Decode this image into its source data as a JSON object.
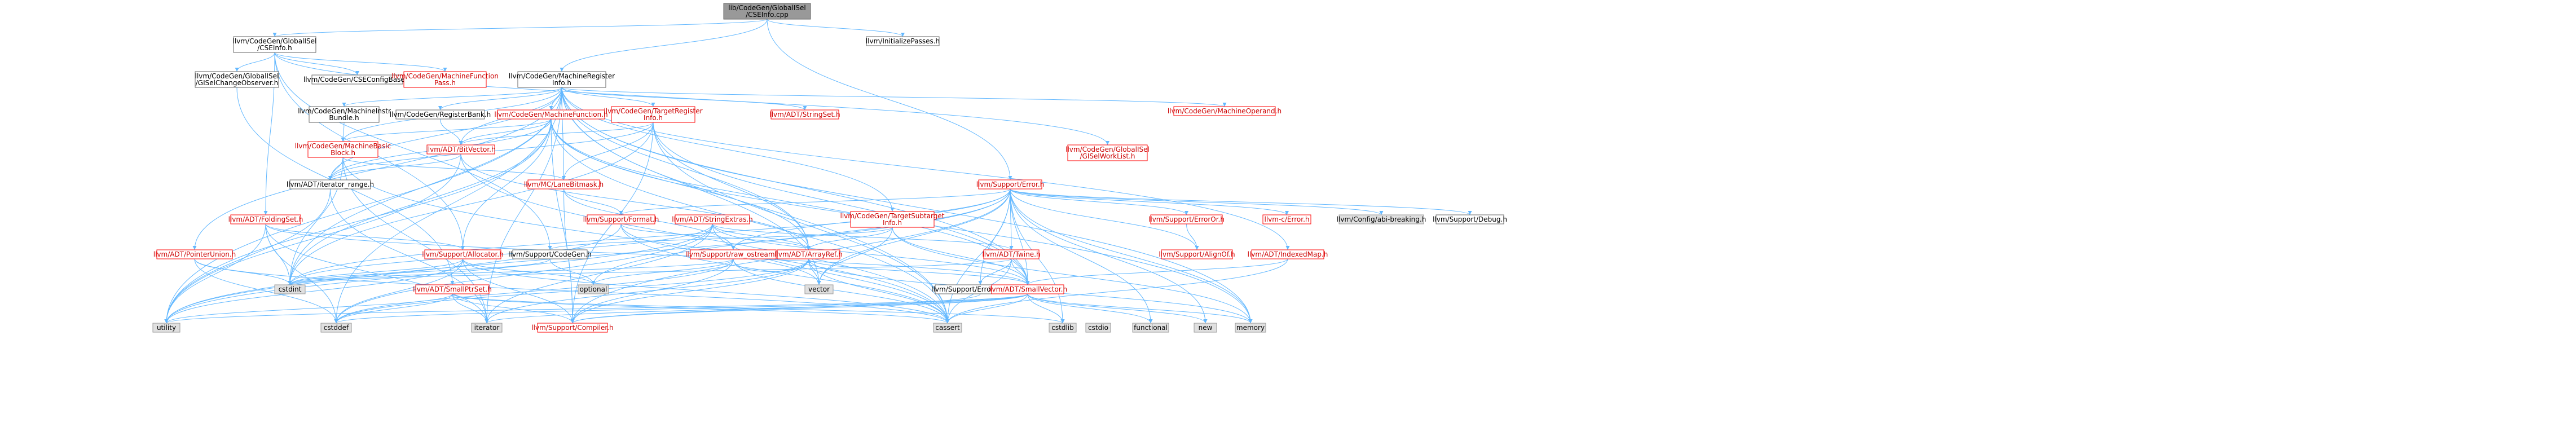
{
  "colors": {
    "edge": "#63b8ff",
    "normal_border": "#666666",
    "normal_fill": "#ffffff",
    "red_border": "#ff0000",
    "red_text": "#cc0000",
    "system_fill": "#e0e0e0",
    "system_border": "#999999",
    "root_fill": "#999999",
    "root_border": "#666666"
  },
  "nodes": [
    {
      "id": "root",
      "lines": [
        "lib/CodeGen/GlobalISel",
        "/CSEInfo.cpp"
      ],
      "kind": "root"
    },
    {
      "id": "cseinfo_h",
      "lines": [
        "llvm/CodeGen/GlobalISel",
        "/CSEInfo.h"
      ],
      "kind": "normal"
    },
    {
      "id": "mri_h",
      "lines": [
        "llvm/CodeGen/MachineRegister",
        "Info.h"
      ],
      "kind": "normal"
    },
    {
      "id": "initpasses",
      "lines": [
        "llvm/InitializePasses.h"
      ],
      "kind": "normal"
    },
    {
      "id": "gisco",
      "lines": [
        "llvm/CodeGen/GlobalISel",
        "/GISelChangeObserver.h"
      ],
      "kind": "normal"
    },
    {
      "id": "csecfg",
      "lines": [
        "llvm/CodeGen/CSEConfigBase.h"
      ],
      "kind": "normal"
    },
    {
      "id": "mfpass",
      "lines": [
        "llvm/CodeGen/MachineFunction",
        "Pass.h"
      ],
      "kind": "red"
    },
    {
      "id": "mib",
      "lines": [
        "llvm/CodeGen/MachineInstr",
        "Bundle.h"
      ],
      "kind": "normal"
    },
    {
      "id": "regbank",
      "lines": [
        "llvm/CodeGen/RegisterBank.h"
      ],
      "kind": "normal"
    },
    {
      "id": "mf",
      "lines": [
        "llvm/CodeGen/MachineFunction.h"
      ],
      "kind": "red"
    },
    {
      "id": "tri",
      "lines": [
        "llvm/CodeGen/TargetRegister",
        "Info.h"
      ],
      "kind": "red"
    },
    {
      "id": "stringset",
      "lines": [
        "llvm/ADT/StringSet.h"
      ],
      "kind": "red"
    },
    {
      "id": "gisworklist",
      "lines": [
        "llvm/CodeGen/GlobalISel",
        "/GISelWorkList.h"
      ],
      "kind": "red"
    },
    {
      "id": "mop",
      "lines": [
        "llvm/CodeGen/MachineOperand.h"
      ],
      "kind": "red"
    },
    {
      "id": "mbb",
      "lines": [
        "llvm/CodeGen/MachineBasic",
        "Block.h"
      ],
      "kind": "red"
    },
    {
      "id": "bitvector",
      "lines": [
        "llvm/ADT/BitVector.h"
      ],
      "kind": "red"
    },
    {
      "id": "iter_range",
      "lines": [
        "llvm/ADT/iterator_range.h"
      ],
      "kind": "normal"
    },
    {
      "id": "lanebitmask",
      "lines": [
        "llvm/MC/LaneBitmask.h"
      ],
      "kind": "red"
    },
    {
      "id": "error",
      "lines": [
        "llvm/Support/Error.h"
      ],
      "kind": "red"
    },
    {
      "id": "foldingset",
      "lines": [
        "llvm/ADT/FoldingSet.h"
      ],
      "kind": "red"
    },
    {
      "id": "format",
      "lines": [
        "llvm/Support/Format.h"
      ],
      "kind": "red"
    },
    {
      "id": "stringextras",
      "lines": [
        "llvm/ADT/StringExtras.h"
      ],
      "kind": "red"
    },
    {
      "id": "tsi",
      "lines": [
        "llvm/CodeGen/TargetSubtarget",
        "Info.h"
      ],
      "kind": "red"
    },
    {
      "id": "errorh_c",
      "lines": [
        "llvm-c/Error.h"
      ],
      "kind": "red"
    },
    {
      "id": "erroror",
      "lines": [
        "llvm/Support/ErrorOr.h"
      ],
      "kind": "red"
    },
    {
      "id": "abibreak",
      "lines": [
        "llvm/Config/abi-breaking.h"
      ],
      "kind": "system"
    },
    {
      "id": "debug",
      "lines": [
        "llvm/Support/Debug.h"
      ],
      "kind": "normal"
    },
    {
      "id": "ptrunion",
      "lines": [
        "llvm/ADT/PointerUnion.h"
      ],
      "kind": "red"
    },
    {
      "id": "allocator",
      "lines": [
        "llvm/Support/Allocator.h"
      ],
      "kind": "red"
    },
    {
      "id": "codegen",
      "lines": [
        "llvm/Support/CodeGen.h"
      ],
      "kind": "normal"
    },
    {
      "id": "raw_ostream",
      "lines": [
        "llvm/Support/raw_ostream.h"
      ],
      "kind": "red"
    },
    {
      "id": "arrayref",
      "lines": [
        "llvm/ADT/ArrayRef.h"
      ],
      "kind": "red"
    },
    {
      "id": "twine",
      "lines": [
        "llvm/ADT/Twine.h"
      ],
      "kind": "red"
    },
    {
      "id": "alignof",
      "lines": [
        "llvm/Support/AlignOf.h"
      ],
      "kind": "red"
    },
    {
      "id": "indexedmap",
      "lines": [
        "llvm/ADT/IndexedMap.h"
      ],
      "kind": "red"
    },
    {
      "id": "smallptrset",
      "lines": [
        "llvm/ADT/SmallPtrSet.h"
      ],
      "kind": "red"
    },
    {
      "id": "errnoh",
      "lines": [
        "llvm/Support/Errorhandling.h"
      ],
      "kind": "normal"
    },
    {
      "id": "smallvector",
      "lines": [
        "llvm/ADT/SmallVector.h"
      ],
      "kind": "red"
    },
    {
      "id": "compiler",
      "lines": [
        "llvm/Support/Compiler.h"
      ],
      "kind": "red"
    },
    {
      "id": "cstdint",
      "lines": [
        "cstdint"
      ],
      "kind": "system"
    },
    {
      "id": "utility",
      "lines": [
        "utility"
      ],
      "kind": "system"
    },
    {
      "id": "cstddef",
      "lines": [
        "cstddef"
      ],
      "kind": "system"
    },
    {
      "id": "iterator",
      "lines": [
        "iterator"
      ],
      "kind": "system"
    },
    {
      "id": "optional",
      "lines": [
        "optional"
      ],
      "kind": "system"
    },
    {
      "id": "cassert",
      "lines": [
        "cassert"
      ],
      "kind": "system"
    },
    {
      "id": "vector",
      "lines": [
        "vector"
      ],
      "kind": "system"
    },
    {
      "id": "cstdio",
      "lines": [
        "cstdio"
      ],
      "kind": "system"
    },
    {
      "id": "functional",
      "lines": [
        "functional"
      ],
      "kind": "system"
    },
    {
      "id": "new",
      "lines": [
        "new"
      ],
      "kind": "system"
    },
    {
      "id": "memory",
      "lines": [
        "memory"
      ],
      "kind": "system"
    },
    {
      "id": "cstdlib",
      "lines": [
        "cstdlib"
      ],
      "kind": "system"
    }
  ],
  "edges": [
    [
      "root",
      "cseinfo_h"
    ],
    [
      "root",
      "mri_h"
    ],
    [
      "root",
      "initpasses"
    ],
    [
      "root",
      "error"
    ],
    [
      "cseinfo_h",
      "gisco"
    ],
    [
      "cseinfo_h",
      "csecfg"
    ],
    [
      "cseinfo_h",
      "mfpass"
    ],
    [
      "cseinfo_h",
      "foldingset"
    ],
    [
      "cseinfo_h",
      "gisworklist"
    ],
    [
      "cseinfo_h",
      "allocator"
    ],
    [
      "cseinfo_h",
      "codegen"
    ],
    [
      "gisco",
      "smallptrset"
    ],
    [
      "mri_h",
      "mib"
    ],
    [
      "mri_h",
      "regbank"
    ],
    [
      "mri_h",
      "mf"
    ],
    [
      "mri_h",
      "tri"
    ],
    [
      "mri_h",
      "stringset"
    ],
    [
      "mri_h",
      "mop"
    ],
    [
      "mri_h",
      "mbb"
    ],
    [
      "mri_h",
      "bitvector"
    ],
    [
      "mri_h",
      "iter_range"
    ],
    [
      "mri_h",
      "lanebitmask"
    ],
    [
      "mri_h",
      "tsi"
    ],
    [
      "mri_h",
      "indexedmap"
    ],
    [
      "mri_h",
      "ptrunion"
    ],
    [
      "mri_h",
      "arrayref"
    ],
    [
      "mri_h",
      "smallvector"
    ],
    [
      "mri_h",
      "cassert"
    ],
    [
      "mri_h",
      "cstddef"
    ],
    [
      "mri_h",
      "cstdint"
    ],
    [
      "mri_h",
      "iterator"
    ],
    [
      "mri_h",
      "memory"
    ],
    [
      "mri_h",
      "utility"
    ],
    [
      "mri_h",
      "vector"
    ],
    [
      "mib",
      "mbb"
    ],
    [
      "regbank",
      "bitvector"
    ],
    [
      "mf",
      "mbb"
    ],
    [
      "mf",
      "bitvector"
    ],
    [
      "mf",
      "arrayref"
    ],
    [
      "mf",
      "smallvector"
    ],
    [
      "mf",
      "allocator"
    ],
    [
      "mf",
      "compiler"
    ],
    [
      "mf",
      "cassert"
    ],
    [
      "mf",
      "cstdint"
    ],
    [
      "mf",
      "memory"
    ],
    [
      "mf",
      "utility"
    ],
    [
      "mf",
      "iter_range"
    ],
    [
      "tri",
      "lanebitmask"
    ],
    [
      "tri",
      "bitvector"
    ],
    [
      "tri",
      "arrayref"
    ],
    [
      "tri",
      "smallvector"
    ],
    [
      "tri",
      "cassert"
    ],
    [
      "tri",
      "cstdint"
    ],
    [
      "tri",
      "iter_range"
    ],
    [
      "tri",
      "compiler"
    ],
    [
      "mbb",
      "iter_range"
    ],
    [
      "mbb",
      "cassert"
    ],
    [
      "mbb",
      "cstdint"
    ],
    [
      "mbb",
      "iterator"
    ],
    [
      "mbb",
      "lanebitmask"
    ],
    [
      "bitvector",
      "arrayref"
    ],
    [
      "bitvector",
      "iter_range"
    ],
    [
      "bitvector",
      "cassert"
    ],
    [
      "bitvector",
      "utility"
    ],
    [
      "lanebitmask",
      "format"
    ],
    [
      "lanebitmask",
      "raw_ostream"
    ],
    [
      "lanebitmask",
      "compiler"
    ],
    [
      "iter_range",
      "iterator"
    ],
    [
      "iter_range",
      "utility"
    ],
    [
      "error",
      "errorh_c"
    ],
    [
      "error",
      "erroror"
    ],
    [
      "error",
      "abibreak"
    ],
    [
      "error",
      "debug"
    ],
    [
      "error",
      "format"
    ],
    [
      "error",
      "raw_ostream"
    ],
    [
      "error",
      "twine"
    ],
    [
      "error",
      "alignof"
    ],
    [
      "error",
      "errnoh"
    ],
    [
      "error",
      "compiler"
    ],
    [
      "error",
      "cassert"
    ],
    [
      "error",
      "cstdint"
    ],
    [
      "error",
      "cstdlib"
    ],
    [
      "error",
      "functional"
    ],
    [
      "error",
      "memory"
    ],
    [
      "error",
      "new"
    ],
    [
      "error",
      "optional"
    ],
    [
      "error",
      "utility"
    ],
    [
      "error",
      "vector"
    ],
    [
      "error",
      "smallvector"
    ],
    [
      "erroror",
      "alignof"
    ],
    [
      "foldingset",
      "allocator"
    ],
    [
      "foldingset",
      "iterator"
    ],
    [
      "foldingset",
      "smallvector"
    ],
    [
      "foldingset",
      "cstdint"
    ],
    [
      "foldingset",
      "utility"
    ],
    [
      "foldingset",
      "cstddef"
    ],
    [
      "format",
      "arrayref"
    ],
    [
      "format",
      "cassert"
    ],
    [
      "format",
      "utility"
    ],
    [
      "format",
      "vector"
    ],
    [
      "stringextras",
      "arrayref"
    ],
    [
      "stringextras",
      "smallvector"
    ],
    [
      "stringextras",
      "twine"
    ],
    [
      "stringextras",
      "cstdint"
    ],
    [
      "stringextras",
      "iterator"
    ],
    [
      "stringextras",
      "cstddef"
    ],
    [
      "stringextras",
      "utility"
    ],
    [
      "stringextras",
      "cassert"
    ],
    [
      "tsi",
      "arrayref"
    ],
    [
      "tsi",
      "smallvector"
    ],
    [
      "tsi",
      "codegen"
    ],
    [
      "tsi",
      "memory"
    ],
    [
      "tsi",
      "vector"
    ],
    [
      "ptrunion",
      "cstdint"
    ],
    [
      "ptrunion",
      "cstddef"
    ],
    [
      "ptrunion",
      "cassert"
    ],
    [
      "allocator",
      "compiler"
    ],
    [
      "allocator",
      "cstddef"
    ],
    [
      "allocator",
      "cstdint"
    ],
    [
      "allocator",
      "cassert"
    ],
    [
      "allocator",
      "utility"
    ],
    [
      "allocator",
      "optional"
    ],
    [
      "codegen",
      "cstdint"
    ],
    [
      "codegen",
      "optional"
    ],
    [
      "raw_ostream",
      "arrayref"
    ],
    [
      "raw_ostream",
      "cassert"
    ],
    [
      "raw_ostream",
      "cstddef"
    ],
    [
      "raw_ostream",
      "cstdint"
    ],
    [
      "raw_ostream",
      "optional"
    ],
    [
      "raw_ostream",
      "compiler"
    ],
    [
      "arrayref",
      "smallvector"
    ],
    [
      "arrayref",
      "compiler"
    ],
    [
      "arrayref",
      "cassert"
    ],
    [
      "arrayref",
      "cstddef"
    ],
    [
      "arrayref",
      "iterator"
    ],
    [
      "arrayref",
      "memory"
    ],
    [
      "arrayref",
      "vector"
    ],
    [
      "twine",
      "smallvector"
    ],
    [
      "twine",
      "errnoh"
    ],
    [
      "twine",
      "cassert"
    ],
    [
      "twine",
      "cstdint"
    ],
    [
      "indexedmap",
      "smallvector"
    ],
    [
      "indexedmap",
      "cassert"
    ],
    [
      "smallptrset",
      "compiler"
    ],
    [
      "smallptrset",
      "cstddef"
    ],
    [
      "smallptrset",
      "iterator"
    ],
    [
      "smallptrset",
      "utility"
    ],
    [
      "smallptrset",
      "cstdlib"
    ],
    [
      "smallptrset",
      "cassert"
    ],
    [
      "errnoh",
      "compiler"
    ],
    [
      "smallvector",
      "compiler"
    ],
    [
      "smallvector",
      "cassert"
    ],
    [
      "smallvector",
      "cstddef"
    ],
    [
      "smallvector",
      "cstdlib"
    ],
    [
      "smallvector",
      "functional"
    ],
    [
      "smallvector",
      "iterator"
    ],
    [
      "smallvector",
      "memory"
    ],
    [
      "smallvector",
      "new"
    ],
    [
      "smallvector",
      "utility"
    ]
  ]
}
